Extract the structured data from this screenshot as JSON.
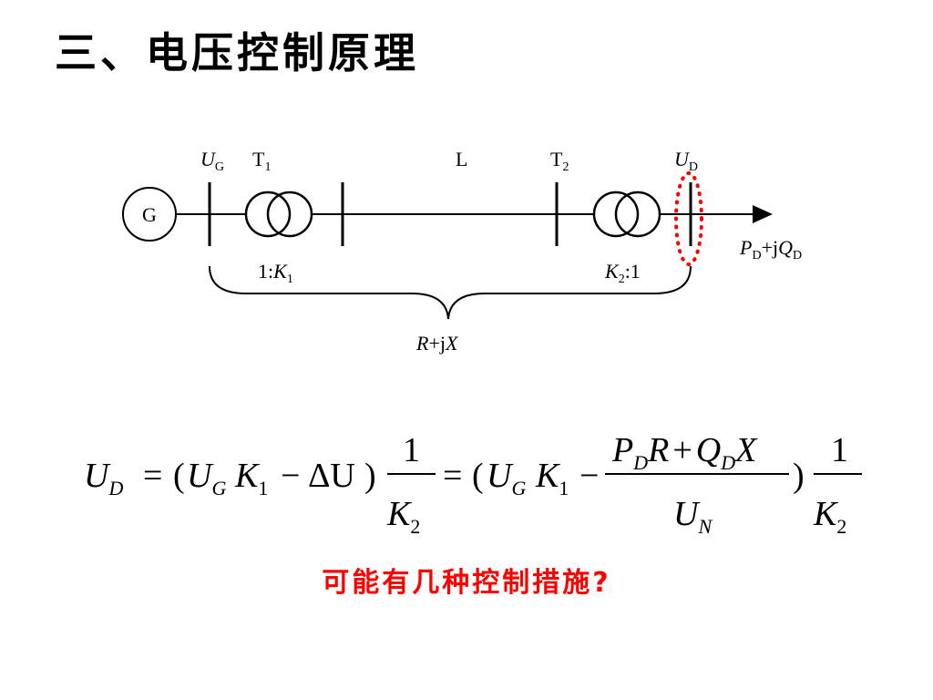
{
  "title": "三、电压控制原理",
  "diagram": {
    "generator": "G",
    "ug": {
      "main": "U",
      "sub": "G"
    },
    "t1": {
      "main": "T",
      "sub": "1"
    },
    "line": "L",
    "t2": {
      "main": "T",
      "sub": "2"
    },
    "ud": {
      "main": "U",
      "sub": "D"
    },
    "load": {
      "p": "P",
      "p_sub": "D",
      "plus_j": "+j",
      "q": "Q",
      "q_sub": "D"
    },
    "ratio1": {
      "prefix": "1:",
      "k": "K",
      "k_sub": "1"
    },
    "ratio2": {
      "k": "K",
      "k_sub": "2",
      "suffix": ":1"
    },
    "impedance": {
      "r": "R",
      "plus_j": "+j",
      "x": "X"
    },
    "highlight_color": "#ff0000"
  },
  "equation": {
    "ud_main": "U",
    "ud_sub": "D",
    "eq": "=",
    "lpar": "(",
    "ug_main": "U",
    "ug_sub": "G",
    "k1_main": "K",
    "k1_sub": "1",
    "minus": "−",
    "delta_u": "ΔU",
    "rpar": ")",
    "one": "1",
    "k2_main": "K",
    "k2_sub": "2",
    "num_pd": "P",
    "num_pd_sub": "D",
    "num_r": "R",
    "plus": "+",
    "num_qd": "Q",
    "num_qd_sub": "D",
    "num_x": "X",
    "un_main": "U",
    "un_sub": "N"
  },
  "question": "可能有几种控制措施?",
  "question_color": "#ff0000"
}
